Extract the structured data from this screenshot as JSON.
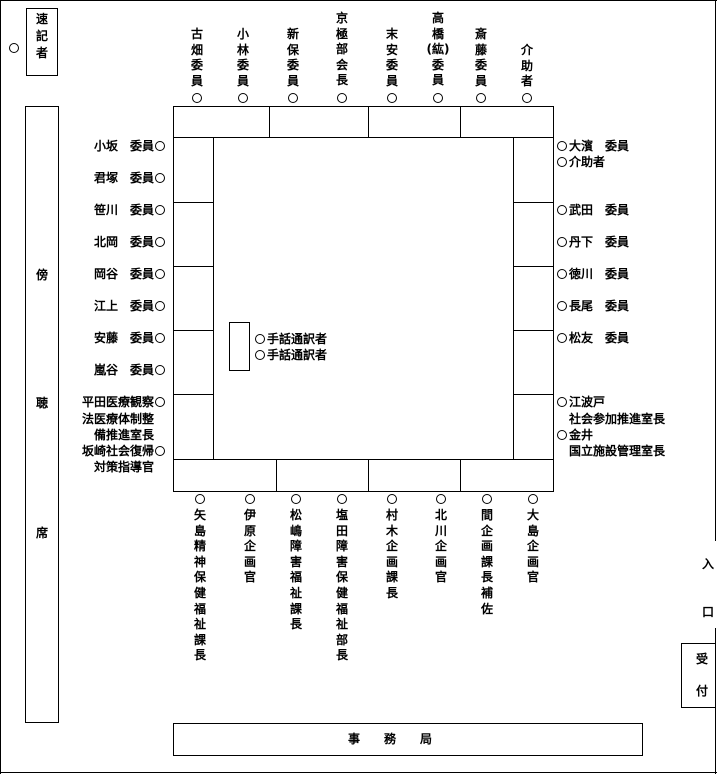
{
  "stenographer": {
    "label": "速\n記\n者"
  },
  "gallery": {
    "chars": [
      "傍",
      "聴",
      "席"
    ]
  },
  "secretariat": {
    "label": "事　　務　　局"
  },
  "entrance": {
    "chars": [
      "入",
      "口"
    ]
  },
  "reception": {
    "chars": [
      "受",
      "付"
    ]
  },
  "top_members": [
    {
      "name": "古\n畑\n委\n員"
    },
    {
      "name": "小\n林\n委\n員"
    },
    {
      "name": "新\n保\n委\n員"
    },
    {
      "name": "京\n極\n部\n会\n長"
    },
    {
      "name": "末\n安\n委\n員"
    },
    {
      "name": "高\n橋\n(紘)\n委\n員"
    },
    {
      "name": "斎\n藤\n委\n員"
    },
    {
      "name": "介\n助\n者"
    }
  ],
  "left_members": [
    {
      "name": "小坂　委員"
    },
    {
      "name": "君塚　委員"
    },
    {
      "name": "笹川　委員"
    },
    {
      "name": "北岡　委員"
    },
    {
      "name": "岡谷　委員"
    },
    {
      "name": "江上　委員"
    },
    {
      "name": "安藤　委員"
    },
    {
      "name": "嵐谷　委員"
    }
  ],
  "left_officials": [
    {
      "lines": [
        "平田医療観察",
        "法医療体制整",
        "備推進室長"
      ]
    },
    {
      "lines": [
        "坂崎社会復帰",
        "対策指導官"
      ]
    }
  ],
  "right_members": [
    {
      "name": "大濱　委員"
    },
    {
      "name": "介助者"
    },
    {
      "name": "武田　委員"
    },
    {
      "name": "丹下　委員"
    },
    {
      "name": "徳川　委員"
    },
    {
      "name": "長尾　委員"
    },
    {
      "name": "松友　委員"
    }
  ],
  "right_officials": [
    {
      "lines": [
        "江波戸",
        "社会参加推進室長"
      ]
    },
    {
      "lines": [
        "金井",
        "国立施設管理室長"
      ]
    }
  ],
  "interpreters": [
    {
      "name": "手話通訳者"
    },
    {
      "name": "手話通訳者"
    }
  ],
  "bottom_officials": [
    {
      "name": "矢\n島\n精\n神\n保\n健\n福\n祉\n課\n長"
    },
    {
      "name": "伊\n原\n企\n画\n官"
    },
    {
      "name": "松\n嶋\n障\n害\n福\n祉\n課\n長"
    },
    {
      "name": "塩\n田\n障\n害\n保\n健\n福\n祉\n部\n長"
    },
    {
      "name": "村\n木\n企\n画\n課\n長"
    },
    {
      "name": "北\n川\n企\n画\n官"
    },
    {
      "name": "間\n企\n画\n課\n長\n補\n佐"
    },
    {
      "name": "大\n島\n企\n画\n官"
    }
  ]
}
